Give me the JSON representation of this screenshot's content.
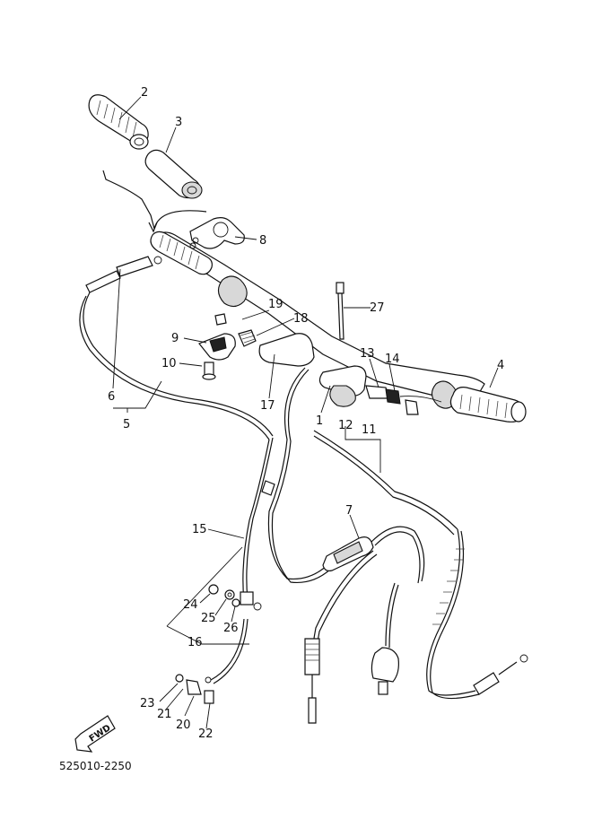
{
  "callouts": [
    {
      "id": "c1",
      "text": "1"
    },
    {
      "id": "c2",
      "text": "2"
    },
    {
      "id": "c3",
      "text": "3"
    },
    {
      "id": "c4",
      "text": "4"
    },
    {
      "id": "c5",
      "text": "5"
    },
    {
      "id": "c6",
      "text": "6"
    },
    {
      "id": "c7",
      "text": "7"
    },
    {
      "id": "c8",
      "text": "8"
    },
    {
      "id": "c9",
      "text": "9"
    },
    {
      "id": "c10",
      "text": "10"
    },
    {
      "id": "c11",
      "text": "11"
    },
    {
      "id": "c12",
      "text": "12"
    },
    {
      "id": "c13",
      "text": "13"
    },
    {
      "id": "c14",
      "text": "14"
    },
    {
      "id": "c15",
      "text": "15"
    },
    {
      "id": "c16",
      "text": "16"
    },
    {
      "id": "c17",
      "text": "17"
    },
    {
      "id": "c18",
      "text": "18"
    },
    {
      "id": "c19",
      "text": "19"
    },
    {
      "id": "c20",
      "text": "20"
    },
    {
      "id": "c21",
      "text": "21"
    },
    {
      "id": "c22",
      "text": "22"
    },
    {
      "id": "c23",
      "text": "23"
    },
    {
      "id": "c24",
      "text": "24"
    },
    {
      "id": "c25",
      "text": "25"
    },
    {
      "id": "c26",
      "text": "26"
    },
    {
      "id": "c27",
      "text": "27"
    }
  ],
  "direction_marker": "FWD",
  "document_code": "525010-2250"
}
